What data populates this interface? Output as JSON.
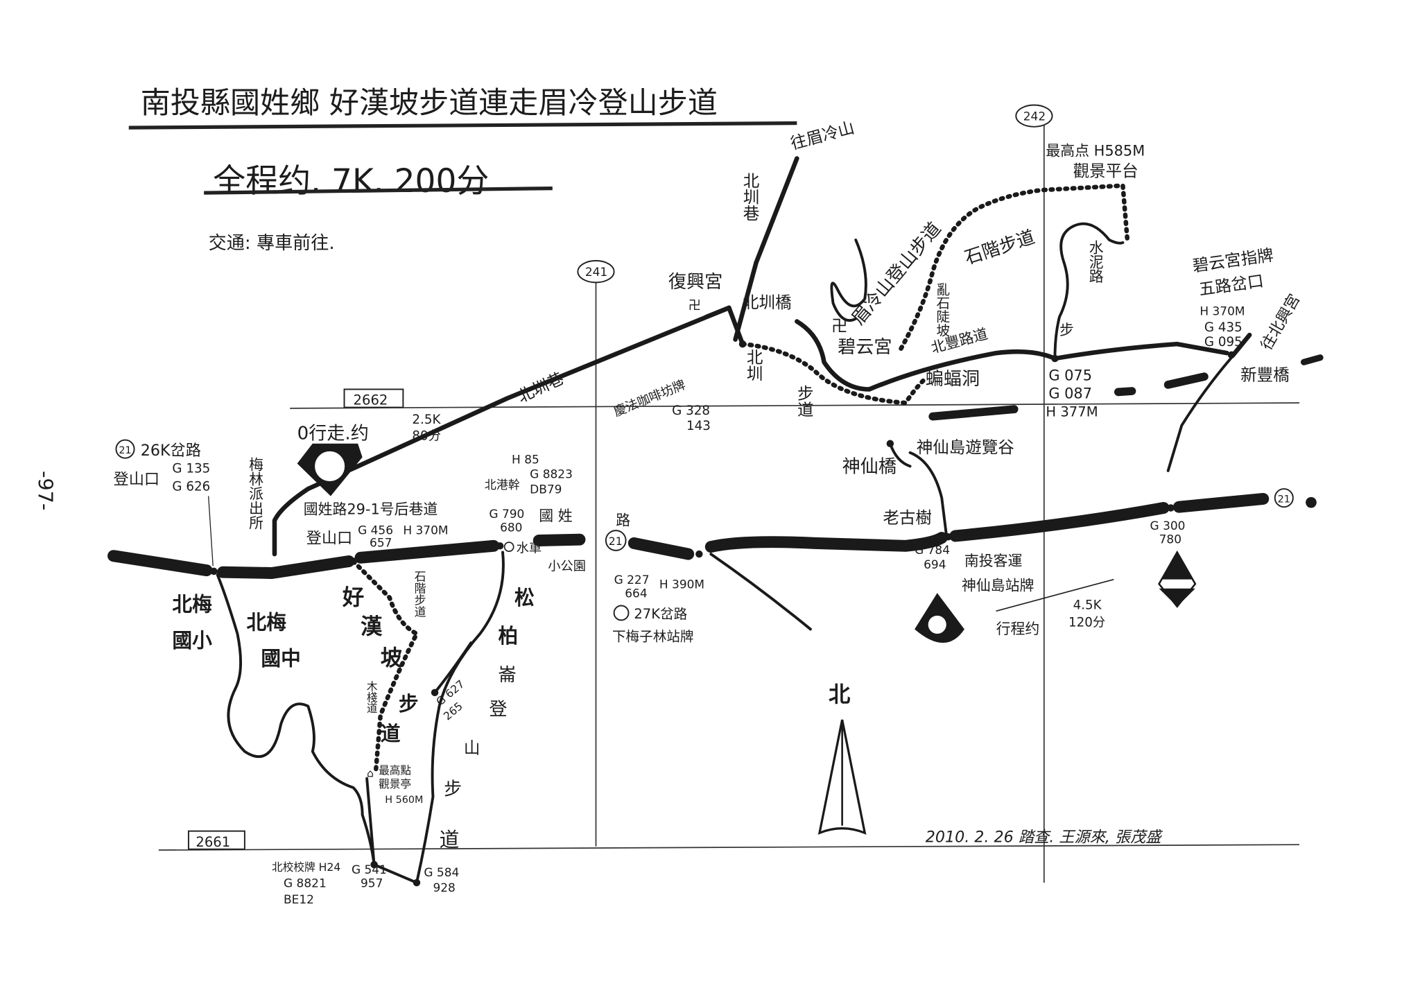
{
  "header": {
    "title": "南投縣國姓鄉  好漢坡步道連走眉冷登山步道",
    "summary": "全程约. 7K. 200分",
    "transport": "交通: 專車前往.",
    "page_number": "-97-"
  },
  "grid_refs": {
    "g2662": "2662",
    "g2661": "2661",
    "g241": "241",
    "g242": "242"
  },
  "north": {
    "road_to_meileng": "往眉冷山",
    "beizhen_lane_v": "北圳巷",
    "fuxing_temple": "復興宮",
    "temple_symbol": "卍",
    "beizhen_lane": "北圳巷",
    "coffee_sign": "慶法咖啡坊牌",
    "coffee_gps": [
      "G 328",
      "143"
    ],
    "beizhen_bridge": "北圳橋",
    "beizhen_trail_a": "北圳",
    "beizhen_trail_b": "步道",
    "meileng_trail": "眉冷山登山步道",
    "stone_steps": "石階步道",
    "rocky_slope": "亂石陡坡",
    "summit": "最高点 H585M",
    "viewing_platform": "觀景平台",
    "cement_road": "水泥路",
    "beifeng_trail": "北豐路道",
    "bu": "步",
    "biyun_temple": "碧云宮",
    "bat_cave": "蝙蝠洞",
    "shenxian_bridge": "神仙橋",
    "shenxian_valley": "神仙島遊覽谷",
    "gps_g075": [
      "G 075",
      "G 087",
      "H 377M"
    ],
    "biyun_sign": "碧云宮指牌",
    "five_way": "五路岔口",
    "five_way_h": "H 370M",
    "five_way_gps": [
      "G 435",
      "G 095"
    ],
    "to_beixing": "往北興宮",
    "xinfeng_bridge": "新豐橋"
  },
  "west": {
    "route_badge": "21",
    "fork_26k": "26K岔路",
    "trailhead": "登山口",
    "fork_26k_gps": [
      "G 135",
      "G 626"
    ],
    "police_station": "梅林派出所",
    "walk_note_a": "0行走.约",
    "walk_note_b": [
      "2.5K",
      "80分"
    ],
    "alley_trailhead": "國姓路29-1号后巷道",
    "alley_trailhead_b": "登山口",
    "alley_gps": [
      "G 456",
      "657",
      "H 370M"
    ],
    "pole": [
      "H 85",
      "G 8823",
      "北港幹",
      "DB79"
    ],
    "gps_790": [
      "G 790",
      "680"
    ],
    "guoxing": "國 姓",
    "road": "路",
    "waterwheel": "水車",
    "park": "小公園",
    "gps_227": [
      "G 227",
      "664",
      "H 390M"
    ],
    "fork_27k": "27K岔路",
    "xiameizilin": "下梅子林站牌",
    "beimei_elem_a": "北梅",
    "beimei_elem_b": "國小",
    "beimei_jr_a": "北梅",
    "beimei_jr_b": "國中"
  },
  "east": {
    "old_tree": "老古樹",
    "gps_784": [
      "G 784",
      "694"
    ],
    "bus_a": "南投客運",
    "bus_b": "神仙島站牌",
    "route_note": [
      "行程约",
      "4.5K",
      "120分"
    ],
    "gps_300": [
      "G 300",
      "780"
    ]
  },
  "south": {
    "haohanpo": [
      "好",
      "漢",
      "坡",
      "步",
      "道"
    ],
    "stone_steps_small": "石階步道",
    "boardwalk": "木棧道",
    "summit_pavilion": [
      "最高點",
      "觀景亭",
      "H 560M"
    ],
    "gps_627": [
      "G 627",
      "265"
    ],
    "songbai": [
      "松",
      "柏",
      "崙",
      "登",
      "山",
      "步",
      "道"
    ],
    "school_sign": [
      "北校校牌 H24",
      "G 8821",
      "BE12"
    ],
    "gps_541": [
      "G 541",
      "957"
    ],
    "gps_584": [
      "G 584",
      "928"
    ]
  },
  "compass": {
    "label": "北"
  },
  "footer": {
    "credit": "2010. 2. 26  踏查. 王源來, 張茂盛"
  }
}
